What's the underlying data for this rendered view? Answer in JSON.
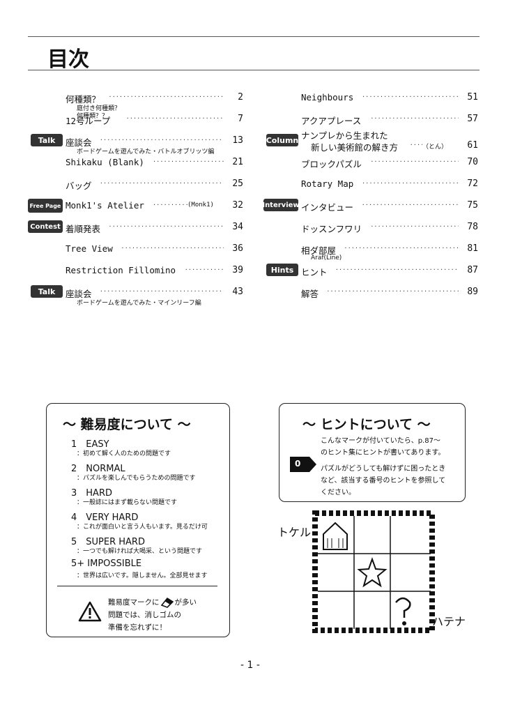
{
  "title": "目次",
  "left_entries": [
    {
      "label": "何種類？",
      "page": "2",
      "sub": [
        "庭付き何種類？",
        "何種類？？"
      ]
    },
    {
      "label": "12号ループ",
      "page": "7"
    },
    {
      "tag": "Talk",
      "label": "座談会",
      "page": "13",
      "sub": [
        "ボードゲームを遊んでみた・バトルオブリッツ編"
      ]
    },
    {
      "label": "Shikaku (Blank)",
      "page": "21"
    },
    {
      "label": "バッグ",
      "page": "25"
    },
    {
      "tag": "Free Page",
      "label": "Monk1's Atelier",
      "page": "32",
      "author": "(Monk1)"
    },
    {
      "tag": "Contest",
      "label": "着順発表",
      "page": "34"
    },
    {
      "label": "Tree View",
      "page": "36"
    },
    {
      "label": "Restriction Fillomino",
      "page": "39"
    },
    {
      "tag": "Talk",
      "label": "座談会",
      "page": "43",
      "sub": [
        "ボードゲームを遊んでみた・マインリーフ編"
      ]
    }
  ],
  "right_entries": [
    {
      "label": "Neighbours",
      "page": "51"
    },
    {
      "label": "アクアプレース",
      "page": "57"
    },
    {
      "tag": "Column",
      "label": "ナンプレから生まれた",
      "label2": "新しい美術館の解き方",
      "page": "61",
      "author": "（とん）"
    },
    {
      "label": "ブロックパズル",
      "page": "70"
    },
    {
      "label": "Rotary Map",
      "page": "72"
    },
    {
      "tag": "Interview",
      "label": "インタビュー",
      "page": "75"
    },
    {
      "label": "ドッスンフワリ",
      "page": "78"
    },
    {
      "label": "相ダ部屋",
      "page": "81",
      "sub": [
        "Araf(Line)"
      ]
    },
    {
      "tag": "Hints",
      "label": "ヒント",
      "page": "87"
    },
    {
      "label": "解答",
      "page": "89"
    }
  ],
  "difficulty": {
    "title": "～ 難易度について ～",
    "levels": [
      {
        "name": "1　EASY",
        "desc": "：初めて解く人のための問題です"
      },
      {
        "name": "2　NORMAL",
        "desc": "：パズルを楽しんでもらうための問題です"
      },
      {
        "name": "3　HARD",
        "desc": "：一般誌にはまず載らない問題です"
      },
      {
        "name": "4　VERY HARD",
        "desc": "：これが面白いと言う人もいます。見るだけ可"
      },
      {
        "name": "5　SUPER HARD",
        "desc": "：一つでも解ければ大喝采、という問題です"
      },
      {
        "name": "5+ IMPOSSIBLE",
        "desc": "：世界は広いです。隠しません。全部見せます"
      }
    ],
    "note": [
      "難易度マークに",
      "が多い",
      "問題では、消しゴムの",
      "準備を忘れずに！"
    ]
  },
  "hints": {
    "title": "～ ヒントについて ～",
    "badge": "0",
    "lines": [
      "こんなマークが付いていたら、p.87～",
      "のヒント集にヒントが書いてあります。",
      "パズルがどうしても解けずに困ったとき",
      "など、該当する番号のヒントを参照して",
      "ください。"
    ]
  },
  "illustration": {
    "label_left": "トケル",
    "label_right": "ハテナ"
  },
  "page_number": "- 1 -"
}
